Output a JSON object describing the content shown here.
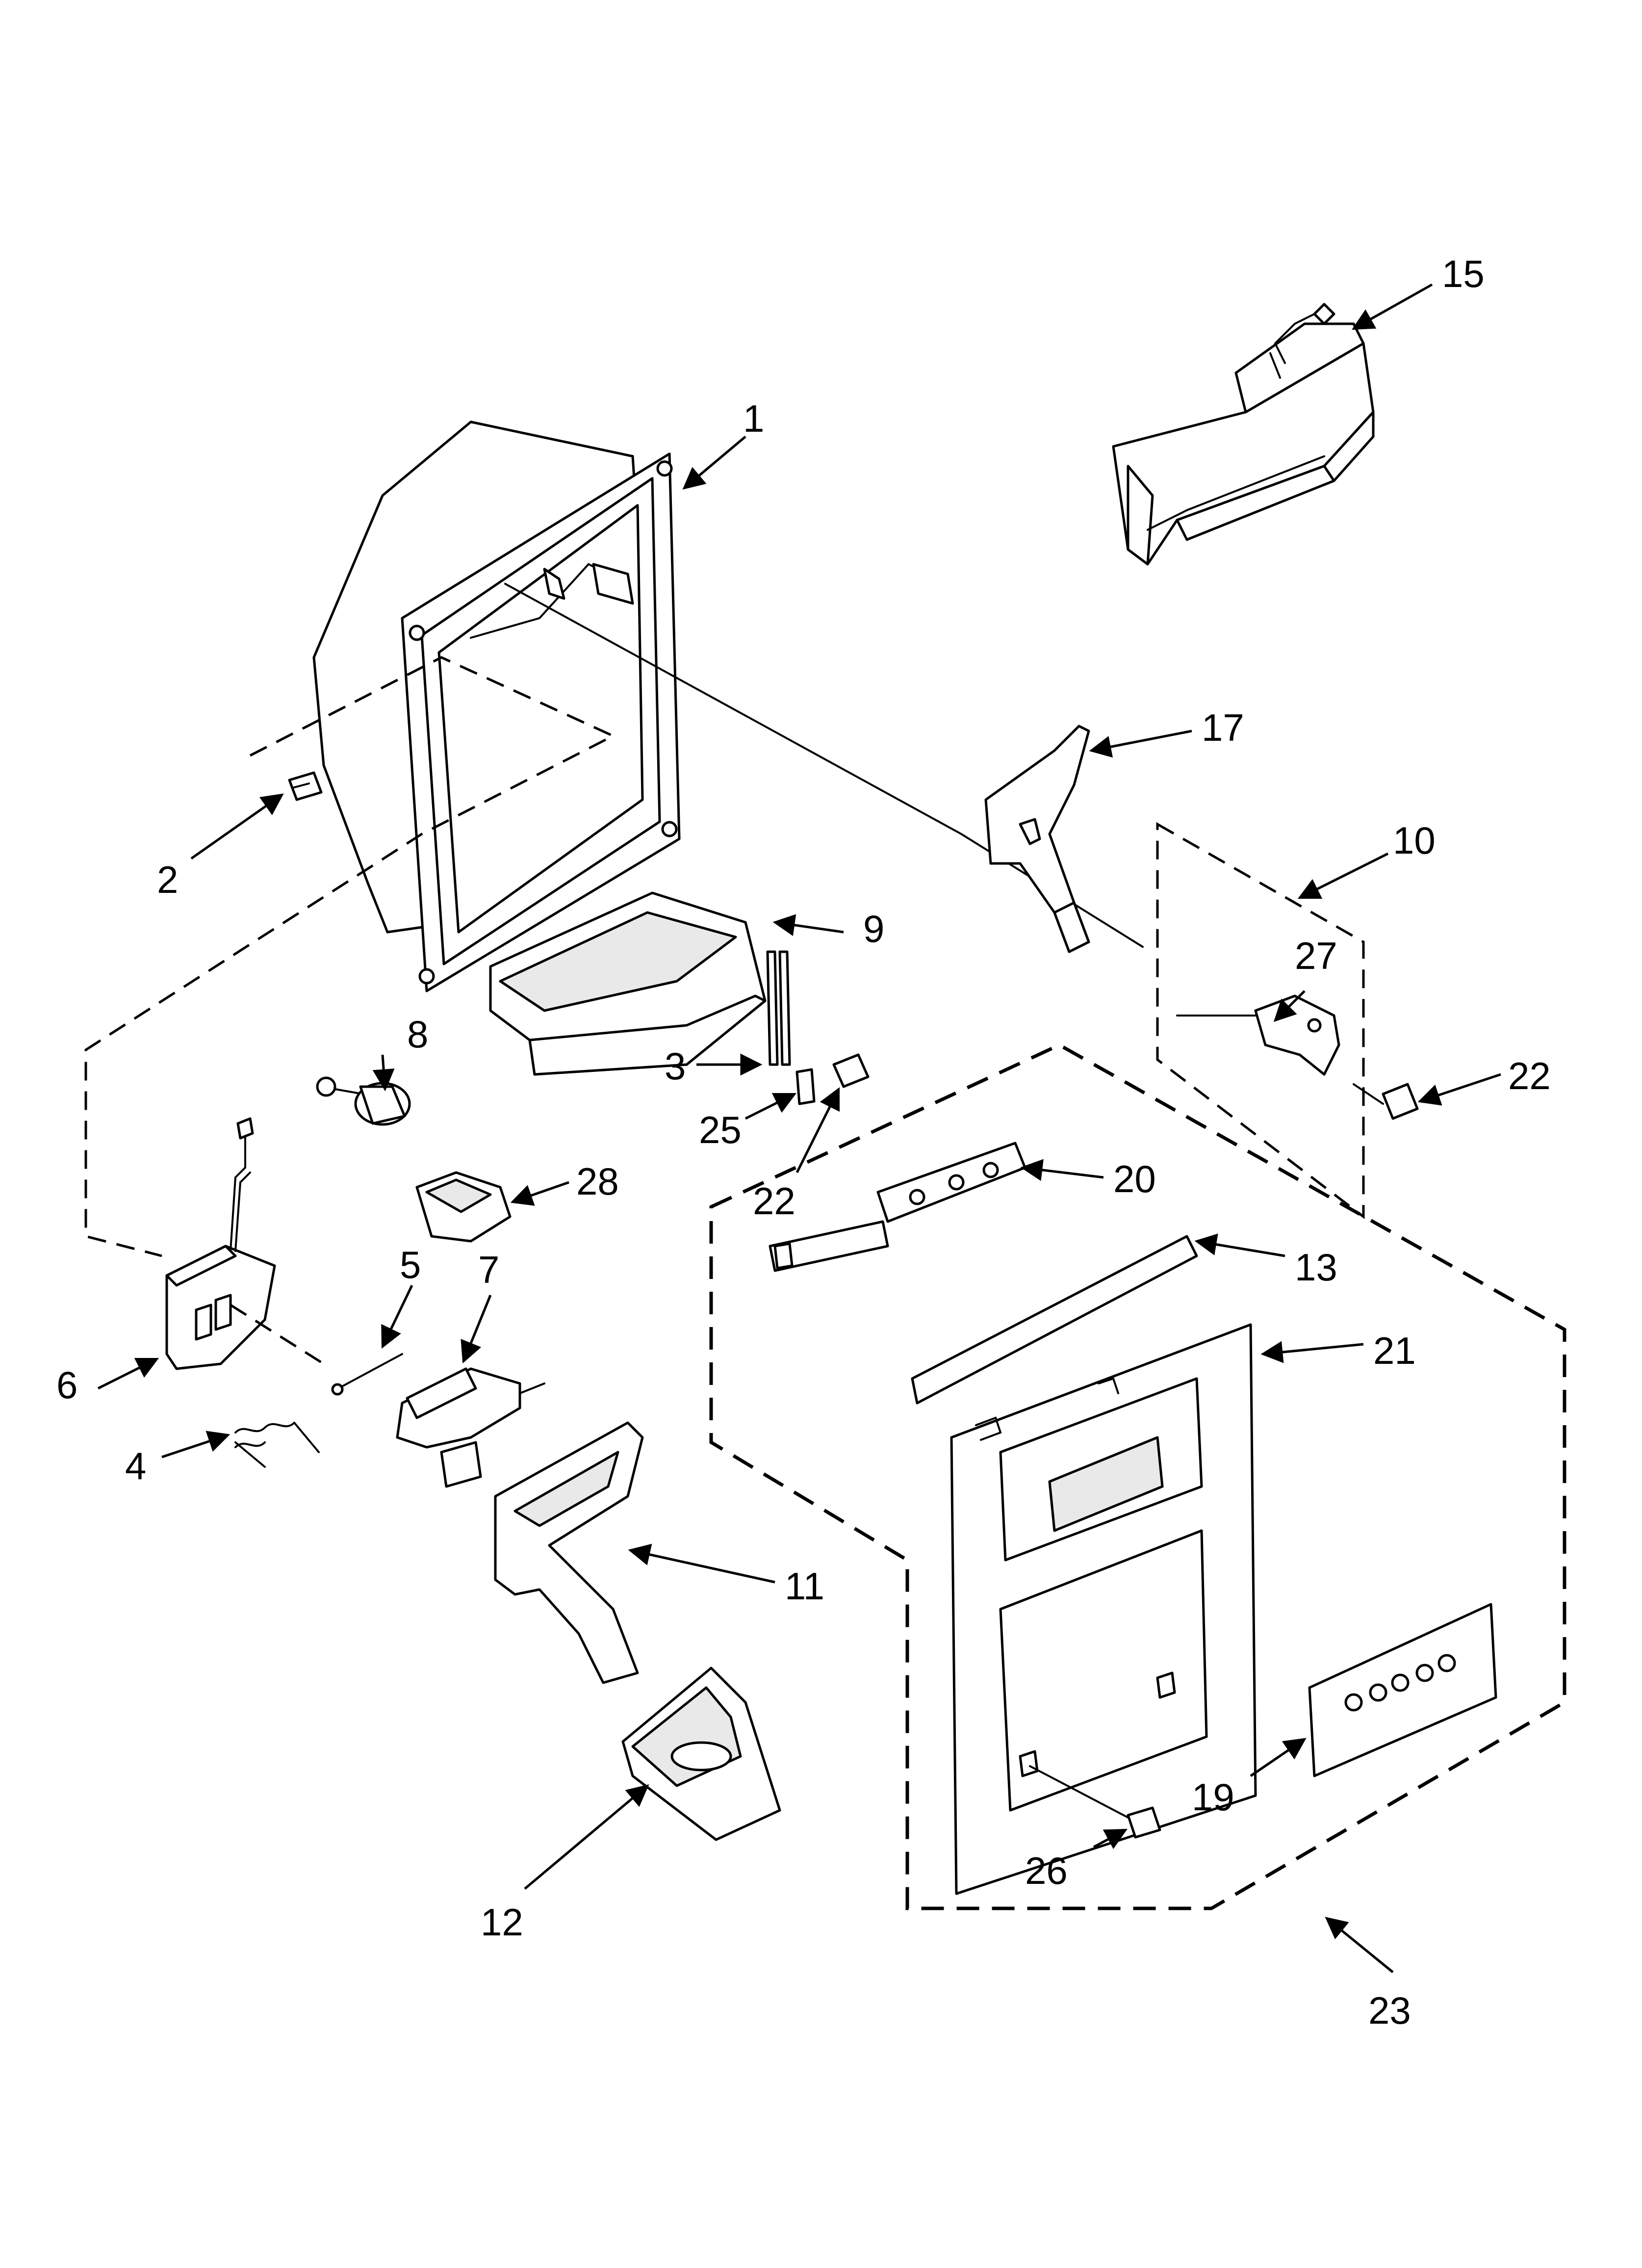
{
  "callouts": [
    {
      "id": "c1",
      "label": "1"
    },
    {
      "id": "c2",
      "label": "2"
    },
    {
      "id": "c3",
      "label": "3"
    },
    {
      "id": "c4",
      "label": "4"
    },
    {
      "id": "c5",
      "label": "5"
    },
    {
      "id": "c6",
      "label": "6"
    },
    {
      "id": "c7",
      "label": "7"
    },
    {
      "id": "c8",
      "label": "8"
    },
    {
      "id": "c9",
      "label": "9"
    },
    {
      "id": "c10",
      "label": "10"
    },
    {
      "id": "c11",
      "label": "11"
    },
    {
      "id": "c12",
      "label": "12"
    },
    {
      "id": "c13",
      "label": "13"
    },
    {
      "id": "c15",
      "label": "15"
    },
    {
      "id": "c17",
      "label": "17"
    },
    {
      "id": "c19",
      "label": "19"
    },
    {
      "id": "c20",
      "label": "20"
    },
    {
      "id": "c21",
      "label": "21"
    },
    {
      "id": "c22a",
      "label": "22"
    },
    {
      "id": "c22b",
      "label": "22"
    },
    {
      "id": "c23",
      "label": "23"
    },
    {
      "id": "c25",
      "label": "25"
    },
    {
      "id": "c26",
      "label": "26"
    },
    {
      "id": "c27",
      "label": "27"
    },
    {
      "id": "c28",
      "label": "28"
    }
  ]
}
